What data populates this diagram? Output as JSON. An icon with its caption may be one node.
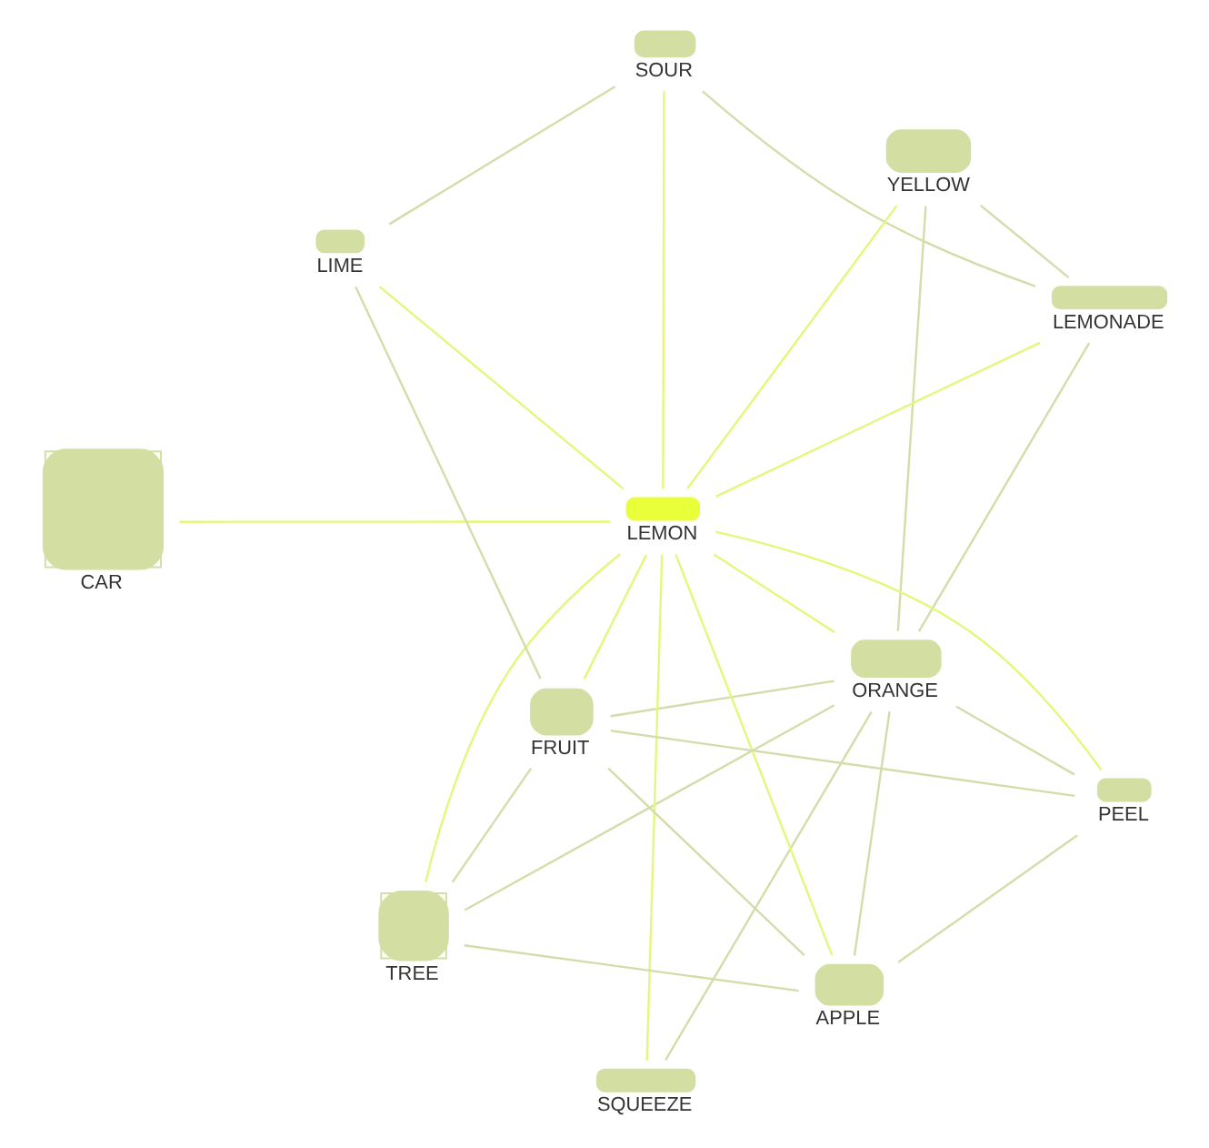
{
  "diagram": {
    "nodes": [
      {
        "text": [
          "YELLOW"
        ]
      },
      {
        "text": [
          "LEMONADE"
        ]
      },
      {
        "text": [
          "SQUEEZE"
        ]
      },
      {
        "text": [
          "SOUR"
        ]
      },
      {
        "text": [
          "ORANGE"
        ]
      },
      {
        "text": [
          "CAR"
        ]
      },
      {
        "text": [
          "LEMON"
        ]
      },
      {
        "text": [
          "PEEL"
        ]
      },
      {
        "text": [
          "LIME"
        ]
      },
      {
        "text": [
          "APPLE"
        ]
      },
      {
        "text": [
          "FRUIT"
        ]
      },
      {
        "text": [
          "TREE"
        ]
      }
    ],
    "edges": [
      {
        "from": 6,
        "to": 0,
        "arrow": "none",
        "color": "#e4f77a"
      },
      {
        "from": 6,
        "to": 1,
        "arrow": "none",
        "color": "#e4f77a"
      },
      {
        "from": 6,
        "to": 2,
        "arrow": "none",
        "color": "#e4f77a"
      },
      {
        "from": 6,
        "to": 3,
        "arrow": "none",
        "color": "#e4f77a"
      },
      {
        "from": 6,
        "to": 4,
        "arrow": "none",
        "color": "#e4f77a"
      },
      {
        "from": 6,
        "to": 5,
        "arrow": "none",
        "color": "#e4f77a"
      },
      {
        "from": 6,
        "to": 7,
        "arrow": "none",
        "color": "#e4f77a"
      },
      {
        "from": 6,
        "to": 8,
        "arrow": "none",
        "color": "#e4f77a"
      },
      {
        "from": 6,
        "to": 9,
        "arrow": "none",
        "color": "#e4f77a"
      },
      {
        "from": 6,
        "to": 11,
        "arrow": "none",
        "color": "#e4f77a"
      },
      {
        "from": 6,
        "to": 10,
        "arrow": "none",
        "color": "#e4f77a"
      },
      {
        "from": 0,
        "to": 1,
        "arrow": "none"
      },
      {
        "from": 0,
        "to": 4,
        "arrow": "none"
      },
      {
        "from": 1,
        "to": 4,
        "arrow": "none"
      },
      {
        "from": 1,
        "to": 3,
        "arrow": "none"
      },
      {
        "from": 3,
        "to": 8,
        "arrow": "none"
      },
      {
        "from": 2,
        "to": 4,
        "arrow": "none"
      },
      {
        "from": 4,
        "to": 7,
        "arrow": "none"
      },
      {
        "from": 4,
        "to": 9,
        "arrow": "none"
      },
      {
        "from": 4,
        "to": 11,
        "arrow": "none"
      },
      {
        "from": 4,
        "to": 10,
        "arrow": "none"
      },
      {
        "from": 7,
        "to": 10,
        "arrow": "none"
      },
      {
        "from": 7,
        "to": 9,
        "arrow": "none"
      },
      {
        "from": 9,
        "to": 10,
        "arrow": "none"
      },
      {
        "from": 9,
        "to": 11,
        "arrow": "none"
      },
      {
        "from": 11,
        "to": 10,
        "arrow": "none"
      },
      {
        "from": 10,
        "to": 8,
        "arrow": "none"
      }
    ]
  }
}
